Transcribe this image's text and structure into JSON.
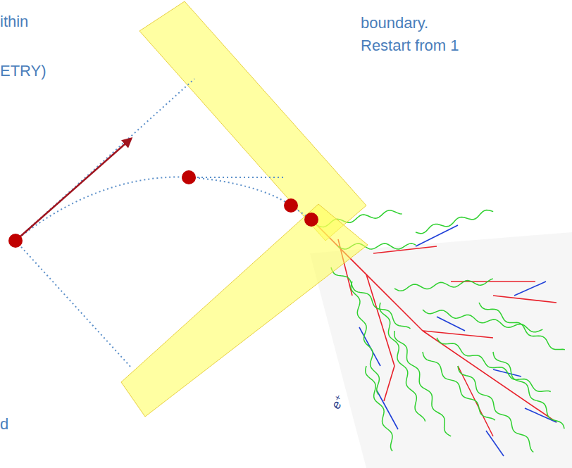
{
  "diagram": {
    "labels": [
      "ithin",
      "ETRY)",
      "d",
      "boundary.",
      "Restart from 1",
      "e⁺"
    ]
  }
}
